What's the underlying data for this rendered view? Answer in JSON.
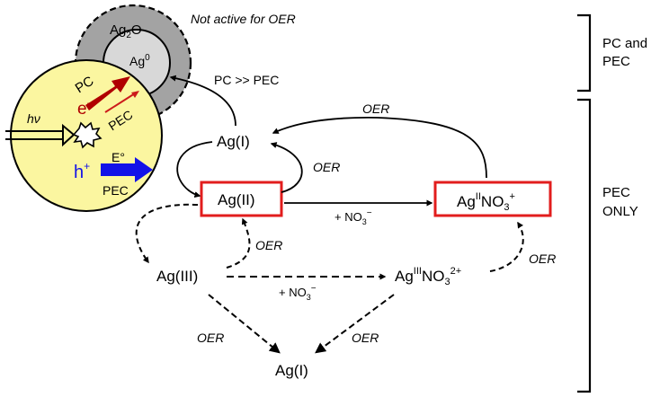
{
  "header_note": "Not active for OER",
  "particle": {
    "shell_label": "Ag",
    "shell_sub": "2",
    "shell_label_end": "O",
    "core_label": "Ag",
    "core_sup": "0",
    "pc_label": "PC",
    "pec_label_top": "PEC",
    "electron": "e",
    "electron_sup": "−",
    "hv": "hν",
    "e_standard": "E°",
    "hole": "h",
    "hole_sup": "+",
    "pec_label_bottom": "PEC"
  },
  "nodes": {
    "ag_i_top": "Ag(I)",
    "ag_ii": "Ag(II)",
    "ag_ii_no3_main": "Ag",
    "ag_ii_no3_sup": "II",
    "ag_ii_no3_rest": "NO",
    "ag_ii_no3_sub": "3",
    "ag_ii_no3_charge": "+",
    "ag_iii": "Ag(III)",
    "ag_iii_no3_main": "Ag",
    "ag_iii_no3_sup": "III",
    "ag_iii_no3_rest": "NO",
    "ag_iii_no3_sub": "3",
    "ag_iii_no3_charge": "2+",
    "ag_i_bottom": "Ag(I)"
  },
  "edge_labels": {
    "pc_vs_pec": "PC >> PEC",
    "oer_top": "OER",
    "oer_inner": "OER",
    "no3_upper": "+ NO",
    "no3_upper_sub": "3",
    "no3_upper_sup": "−",
    "oer_dashed_up": "OER",
    "no3_lower": "+ NO",
    "no3_lower_sub": "3",
    "no3_lower_sup": "−",
    "oer_right": "OER",
    "oer_bottom_left": "OER",
    "oer_bottom_right": "OER"
  },
  "brackets": {
    "top_line1": "PC and",
    "top_line2": "PEC",
    "bottom_line1": "PEC",
    "bottom_line2": "ONLY"
  },
  "colors": {
    "particle_fill": "#fbf6a0",
    "shell_fill": "#a3a3a3",
    "core_fill": "#d8d8d8",
    "red": "#cc1b1b",
    "dark_red": "#b00000",
    "blue": "#1212e8",
    "box_red": "#e21d1d"
  }
}
